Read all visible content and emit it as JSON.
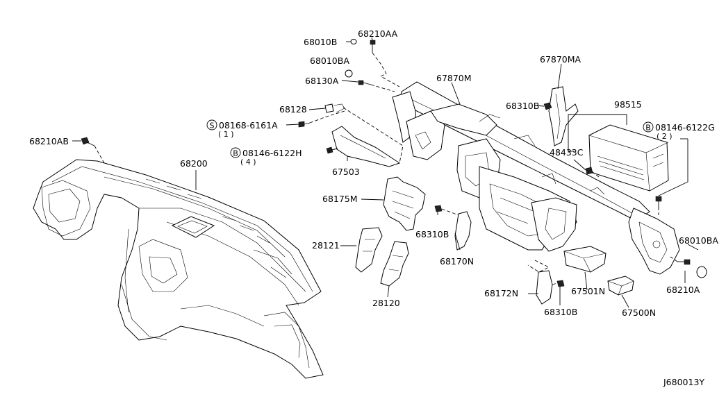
{
  "diagram_id": "J680013Y",
  "labels": {
    "l_68010B": "68010B",
    "l_68210AA": "68210AA",
    "l_68010BA_top": "68010BA",
    "l_68130A": "68130A",
    "l_67870M": "67870M",
    "l_67870MA": "67870MA",
    "l_68128": "68128",
    "l_08168_num": "08168-6161A",
    "l_08168_qty": "( 1 )",
    "l_68310B_top": "68310B",
    "l_98515": "98515",
    "l_08146_right_num": "08146-6122G",
    "l_08146_right_qty": "( 2 )",
    "l_68210AB": "68210AB",
    "l_08146_left_num": "08146-6122H",
    "l_08146_left_qty": "( 4 )",
    "l_48433C": "48433C",
    "l_68200": "68200",
    "l_67503": "67503",
    "l_68175M": "68175M",
    "l_68310B_mid": "68310B",
    "l_68010BA_right": "68010BA",
    "l_28121": "28121",
    "l_68170N": "68170N",
    "l_67501N": "67501N",
    "l_68210A": "68210A",
    "l_28120": "28120",
    "l_68172N": "68172N",
    "l_68310B_bottom": "68310B",
    "l_67500N": "67500N"
  },
  "circle_marks": {
    "s_mark": "S",
    "b_mark_left": "B",
    "b_mark_right": "B"
  }
}
